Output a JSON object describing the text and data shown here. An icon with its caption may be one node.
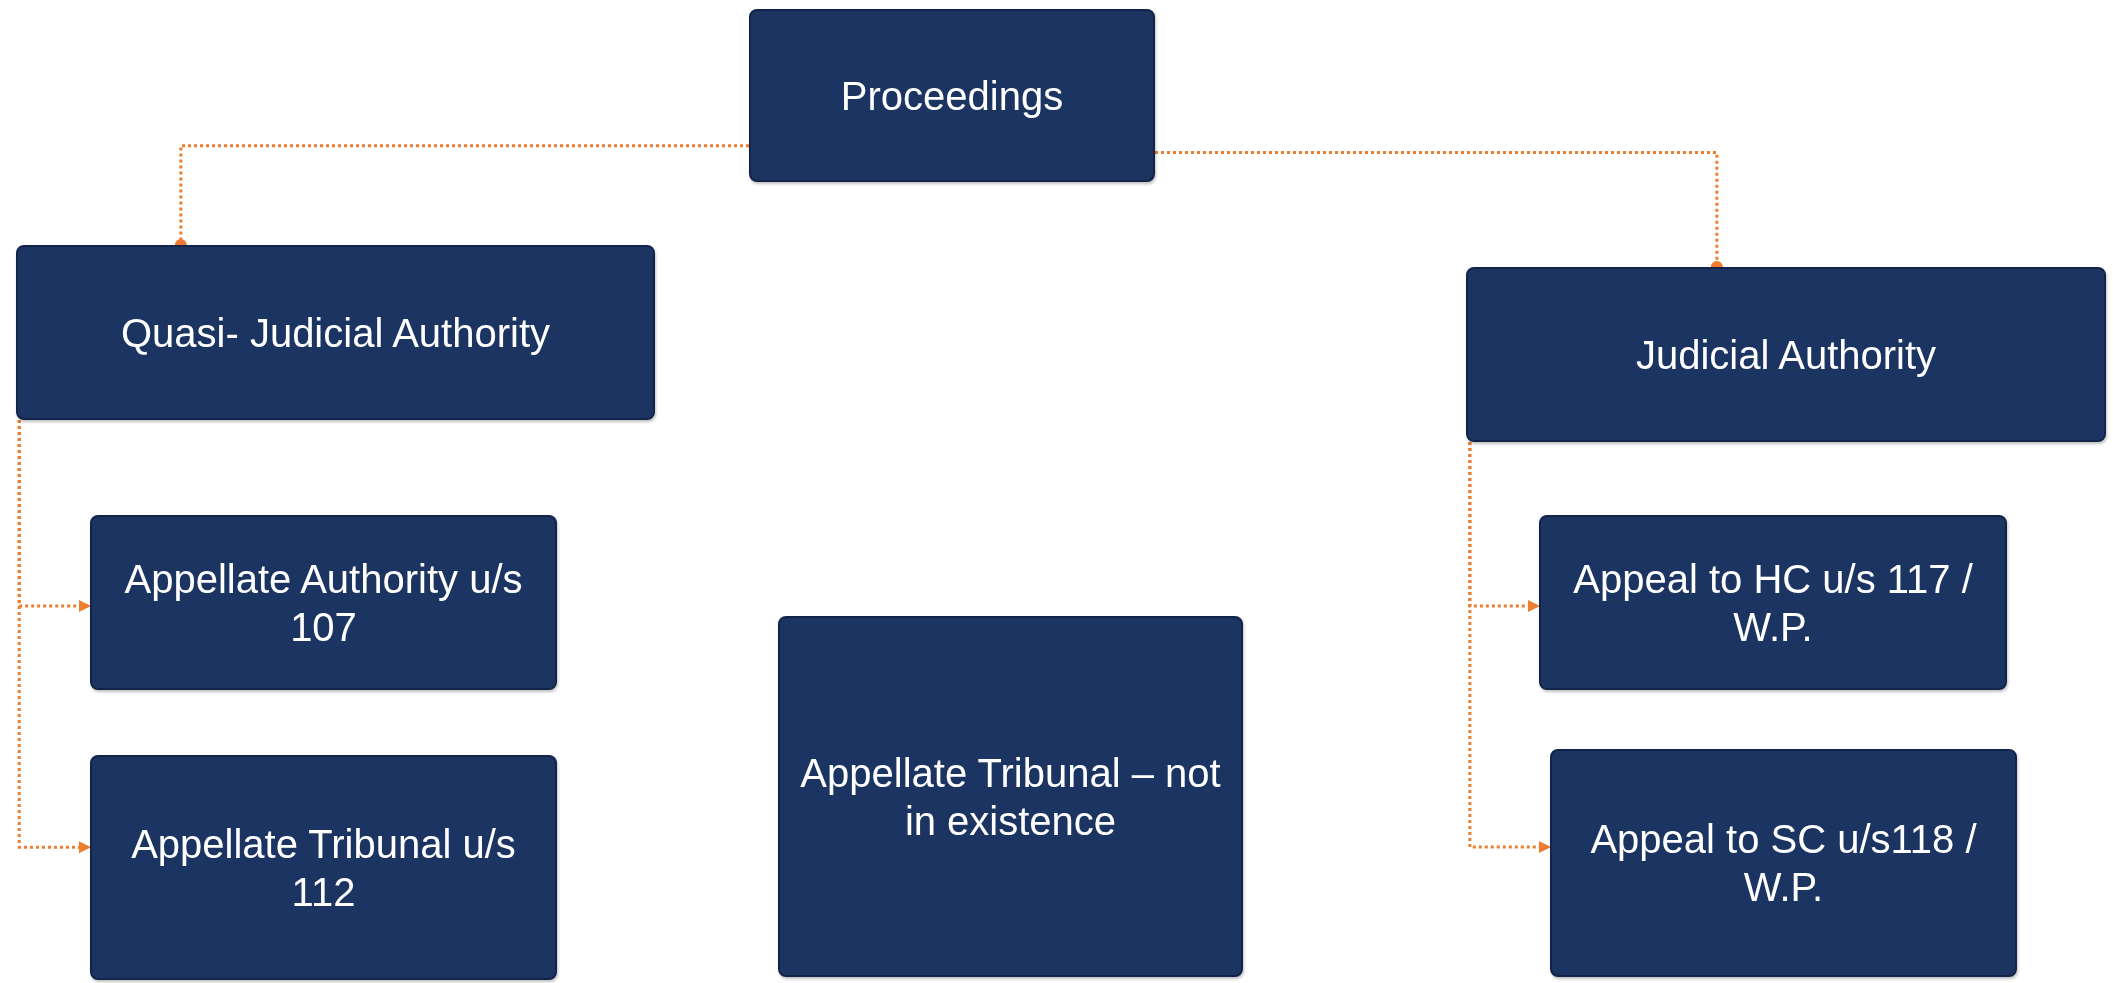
{
  "diagram": {
    "nodes": [
      {
        "text": [
          "Proceedings"
        ]
      },
      {
        "text": [
          "Quasi- Judicial Authority"
        ]
      },
      {
        "text": [
          "Judicial Authority"
        ]
      },
      {
        "text": [
          "Appellate Authority u/s 107"
        ]
      },
      {
        "text": [
          "Appellate Tribunal u/s 112"
        ]
      },
      {
        "text": [
          "Appellate Tribunal – not in existence"
        ]
      },
      {
        "text": [
          "Appeal to HC u/s 117 / W.P."
        ]
      },
      {
        "text": [
          "Appeal to SC u/s118 / W.P."
        ]
      }
    ],
    "edges": [
      {
        "from": 0,
        "to": 1,
        "arrow": "other",
        "style": "dashed"
      },
      {
        "from": 0,
        "to": 2,
        "arrow": "other",
        "style": "dashed"
      },
      {
        "from": 1,
        "to": 3,
        "arrow": "to",
        "style": "dashed"
      },
      {
        "from": 1,
        "to": 4,
        "arrow": "to",
        "style": "dashed"
      },
      {
        "from": 2,
        "to": 6,
        "arrow": "to",
        "style": "dashed"
      },
      {
        "from": 2,
        "to": 7,
        "arrow": "to",
        "style": "dashed"
      }
    ]
  }
}
